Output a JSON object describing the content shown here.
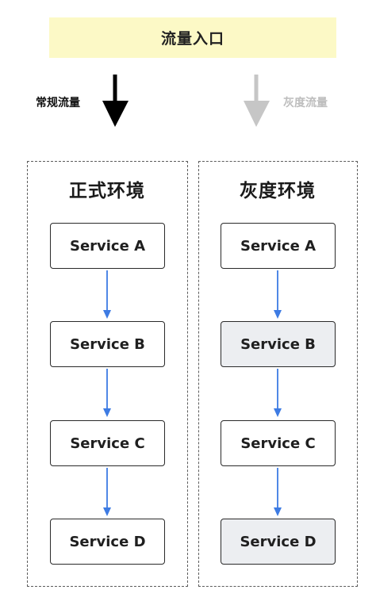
{
  "entry": {
    "label": "流量入口"
  },
  "traffic": {
    "normal": {
      "label": "常规流量",
      "icon": "arrow-down-icon"
    },
    "gray": {
      "label": "灰度流量",
      "icon": "arrow-down-icon"
    }
  },
  "environments": [
    {
      "title": "正式环境",
      "services": [
        {
          "name": "Service A",
          "highlighted": false
        },
        {
          "name": "Service B",
          "highlighted": false
        },
        {
          "name": "Service C",
          "highlighted": false
        },
        {
          "name": "Service D",
          "highlighted": false
        }
      ]
    },
    {
      "title": "灰度环境",
      "services": [
        {
          "name": "Service A",
          "highlighted": false
        },
        {
          "name": "Service B",
          "highlighted": true
        },
        {
          "name": "Service C",
          "highlighted": false
        },
        {
          "name": "Service D",
          "highlighted": true
        }
      ]
    }
  ],
  "colors": {
    "entry_background": "#fcf9c6",
    "normal_traffic": "#000000",
    "gray_traffic": "#c6c6c6",
    "flow_arrow": "#3d7be3",
    "highlighted_service": "#eceef1",
    "service_background": "#ffffff"
  }
}
